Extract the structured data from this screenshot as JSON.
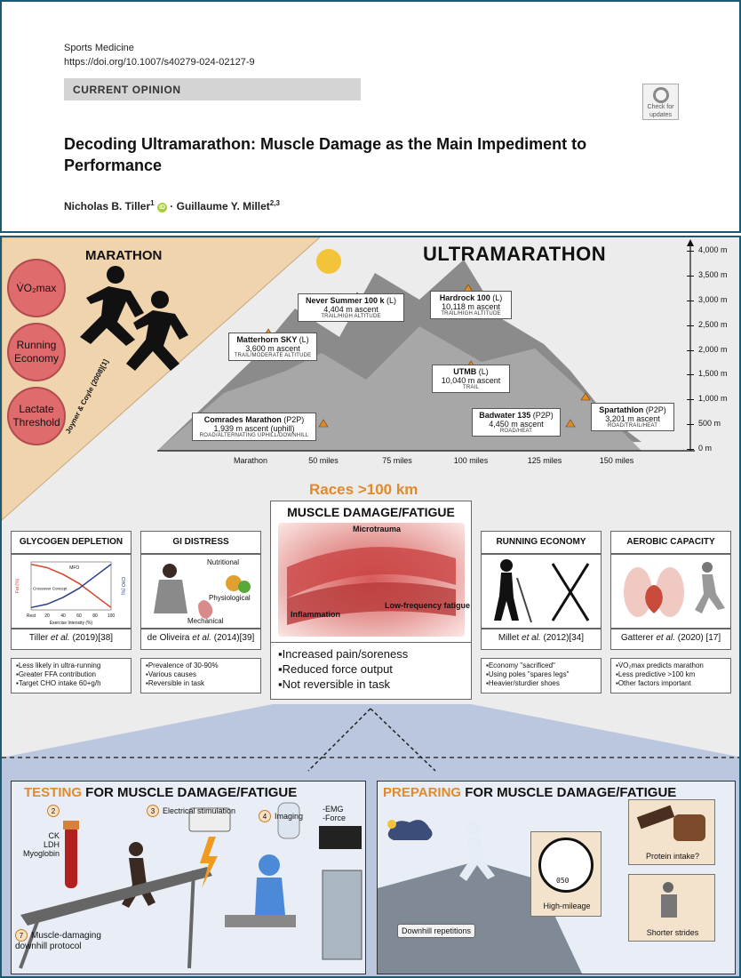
{
  "header": {
    "journal": "Sports Medicine",
    "doi": "https://doi.org/10.1007/s40279-024-02127-9",
    "category": "CURRENT OPINION",
    "check_line1": "Check for",
    "check_line2": "updates",
    "title": "Decoding Ultramarathon: Muscle Damage as the Main Impediment to Performance",
    "author1": "Nicholas B. Tiller",
    "author1_sup": "1",
    "orcid": "iD",
    "separator": "·",
    "author2": "Guillaume Y. Millet",
    "author2_sup": "2,3"
  },
  "marathon": {
    "title": "MARATHON",
    "factors": [
      "V̇O₂max",
      "Running Economy",
      "Lactate Threshold"
    ],
    "citation": "Joyner & Coyle (2008)[1]"
  },
  "ultra": {
    "title": "ULTRAMARATHON",
    "y_ticks": [
      "4,000 m",
      "3,500 m",
      "3,000 m",
      "2,500 m",
      "2,000 m",
      "1,500 m",
      "1,000 m",
      "500 m",
      "0 m"
    ],
    "x_ticks": [
      "Marathon",
      "50 miles",
      "75 miles",
      "100 miles",
      "125 miles",
      "150 miles"
    ],
    "races": [
      {
        "name": "Never Summer 100 k",
        "type": "(L)",
        "ascent": "4,404 m ascent",
        "terrain": "TRAIL/HIGH ALTITUDE"
      },
      {
        "name": "Hardrock 100",
        "type": "(L)",
        "ascent": "10,118 m ascent",
        "terrain": "TRAIL/HIGH ALTITUDE"
      },
      {
        "name": "Matterhorn SKY",
        "type": "(L)",
        "ascent": "3,600 m ascent",
        "terrain": "TRAIL/MODERATE ALTITUDE"
      },
      {
        "name": "UTMB",
        "type": "(L)",
        "ascent": "10,040 m ascent",
        "terrain": "TRAIL"
      },
      {
        "name": "Spartathlon",
        "type": "(P2P)",
        "ascent": "3,201 m ascent",
        "terrain": "ROAD/TRAIL/HEAT"
      },
      {
        "name": "Badwater 135",
        "type": "(P2P)",
        "ascent": "4,450 m ascent",
        "terrain": "ROAD/HEAT"
      },
      {
        "name": "Comrades Marathon",
        "type": "(P2P)",
        "ascent": "1,939 m ascent (uphill)",
        "terrain": "ROAD/ALTERNATING UPHILL/DOWNHILL"
      }
    ]
  },
  "races_title": "Races >100 km",
  "muscle": {
    "title": "MUSCLE DAMAGE/FATIGUE",
    "label_top": "Microtrauma",
    "label_left": "Inflammation",
    "label_right": "Low-frequency fatigue",
    "bullets": [
      "▪Increased pain/soreness",
      "▪Reduced force output",
      "▪Not reversible in task"
    ]
  },
  "panels": [
    {
      "title": "GLYCOGEN DEPLETION",
      "cite_name": "Tiller",
      "cite_rest": "(2019)[38]",
      "bullets": [
        "▪Less likely in ultra-running",
        "▪Greater FFA contribution",
        "▪Target CHO intake 60+g/h"
      ],
      "chart_xlabel": "Exercise Intensity (%)",
      "chart_ylabel": "Fat (%)",
      "chart_y2label": "CHO (%)",
      "chart_ticks": [
        "Rest",
        "20",
        "40",
        "60",
        "80",
        "100"
      ],
      "chart_mfo": "MFO",
      "chart_crossover": "Crossover Concept"
    },
    {
      "title": "GI DISTRESS",
      "cite_name": "de Oliveira",
      "cite_rest": "(2014)[39]",
      "bullets": [
        "▪Prevalence of 30-90%",
        "▪Various causes",
        "▪Reversible in task"
      ],
      "lbl_nutritional": "Nutritional",
      "lbl_physiological": "Physiological",
      "lbl_mechanical": "Mechanical"
    },
    {
      "title": "RUNNING ECONOMY",
      "cite_name": "Millet",
      "cite_rest": "(2012)[34]",
      "bullets": [
        "▪Economy \"sacrificed\"",
        "▪Using poles \"spares legs\"",
        "▪Heavier/sturdier shoes"
      ]
    },
    {
      "title": "AEROBIC CAPACITY",
      "cite_name": "Gatterer",
      "cite_rest": "(2020) [17]",
      "bullets": [
        "▪V̇O₂max predicts marathon",
        "▪Less predictive >100 km",
        "▪Other factors important"
      ]
    }
  ],
  "et_al": "et al.",
  "testing": {
    "title_orange": "TESTING",
    "title_rest": " FOR MUSCLE DAMAGE/FATIGUE",
    "items": [
      {
        "num": "2",
        "label": ""
      },
      {
        "num": "3",
        "label": "Electrical stimulation"
      },
      {
        "num": "4",
        "label": "Imaging"
      },
      {
        "num": "7",
        "label": "Muscle-damaging downhill protocol"
      }
    ],
    "markers": [
      "CK",
      "LDH",
      "Myoglobin"
    ],
    "emg": "-EMG",
    "force": "-Force"
  },
  "preparing": {
    "title_orange": "PREPARING",
    "title_rest": " FOR MUSCLE DAMAGE/FATIGUE",
    "downhill": "Downhill repetitions",
    "mileage": "High-mileage",
    "odometer": "050",
    "protein": "Protein intake?",
    "strides": "Shorter strides"
  },
  "colors": {
    "frame": "#1c5a73",
    "accent": "#e08a2b",
    "marathon_bg": "#efd4ad",
    "circle": "#df6b6d"
  },
  "chart_data": {
    "type": "line",
    "title": "",
    "x": [
      0,
      20,
      40,
      60,
      80,
      100
    ],
    "xlabel": "Exercise Intensity (%)",
    "ylabel": "Fat (%)",
    "y2label": "CHO (%)",
    "ylim": [
      0,
      100
    ],
    "series": [
      {
        "values": [
          95,
          88,
          74,
          55,
          30,
          5
        ]
      },
      {
        "values": [
          5,
          12,
          26,
          45,
          70,
          95
        ]
      }
    ]
  }
}
